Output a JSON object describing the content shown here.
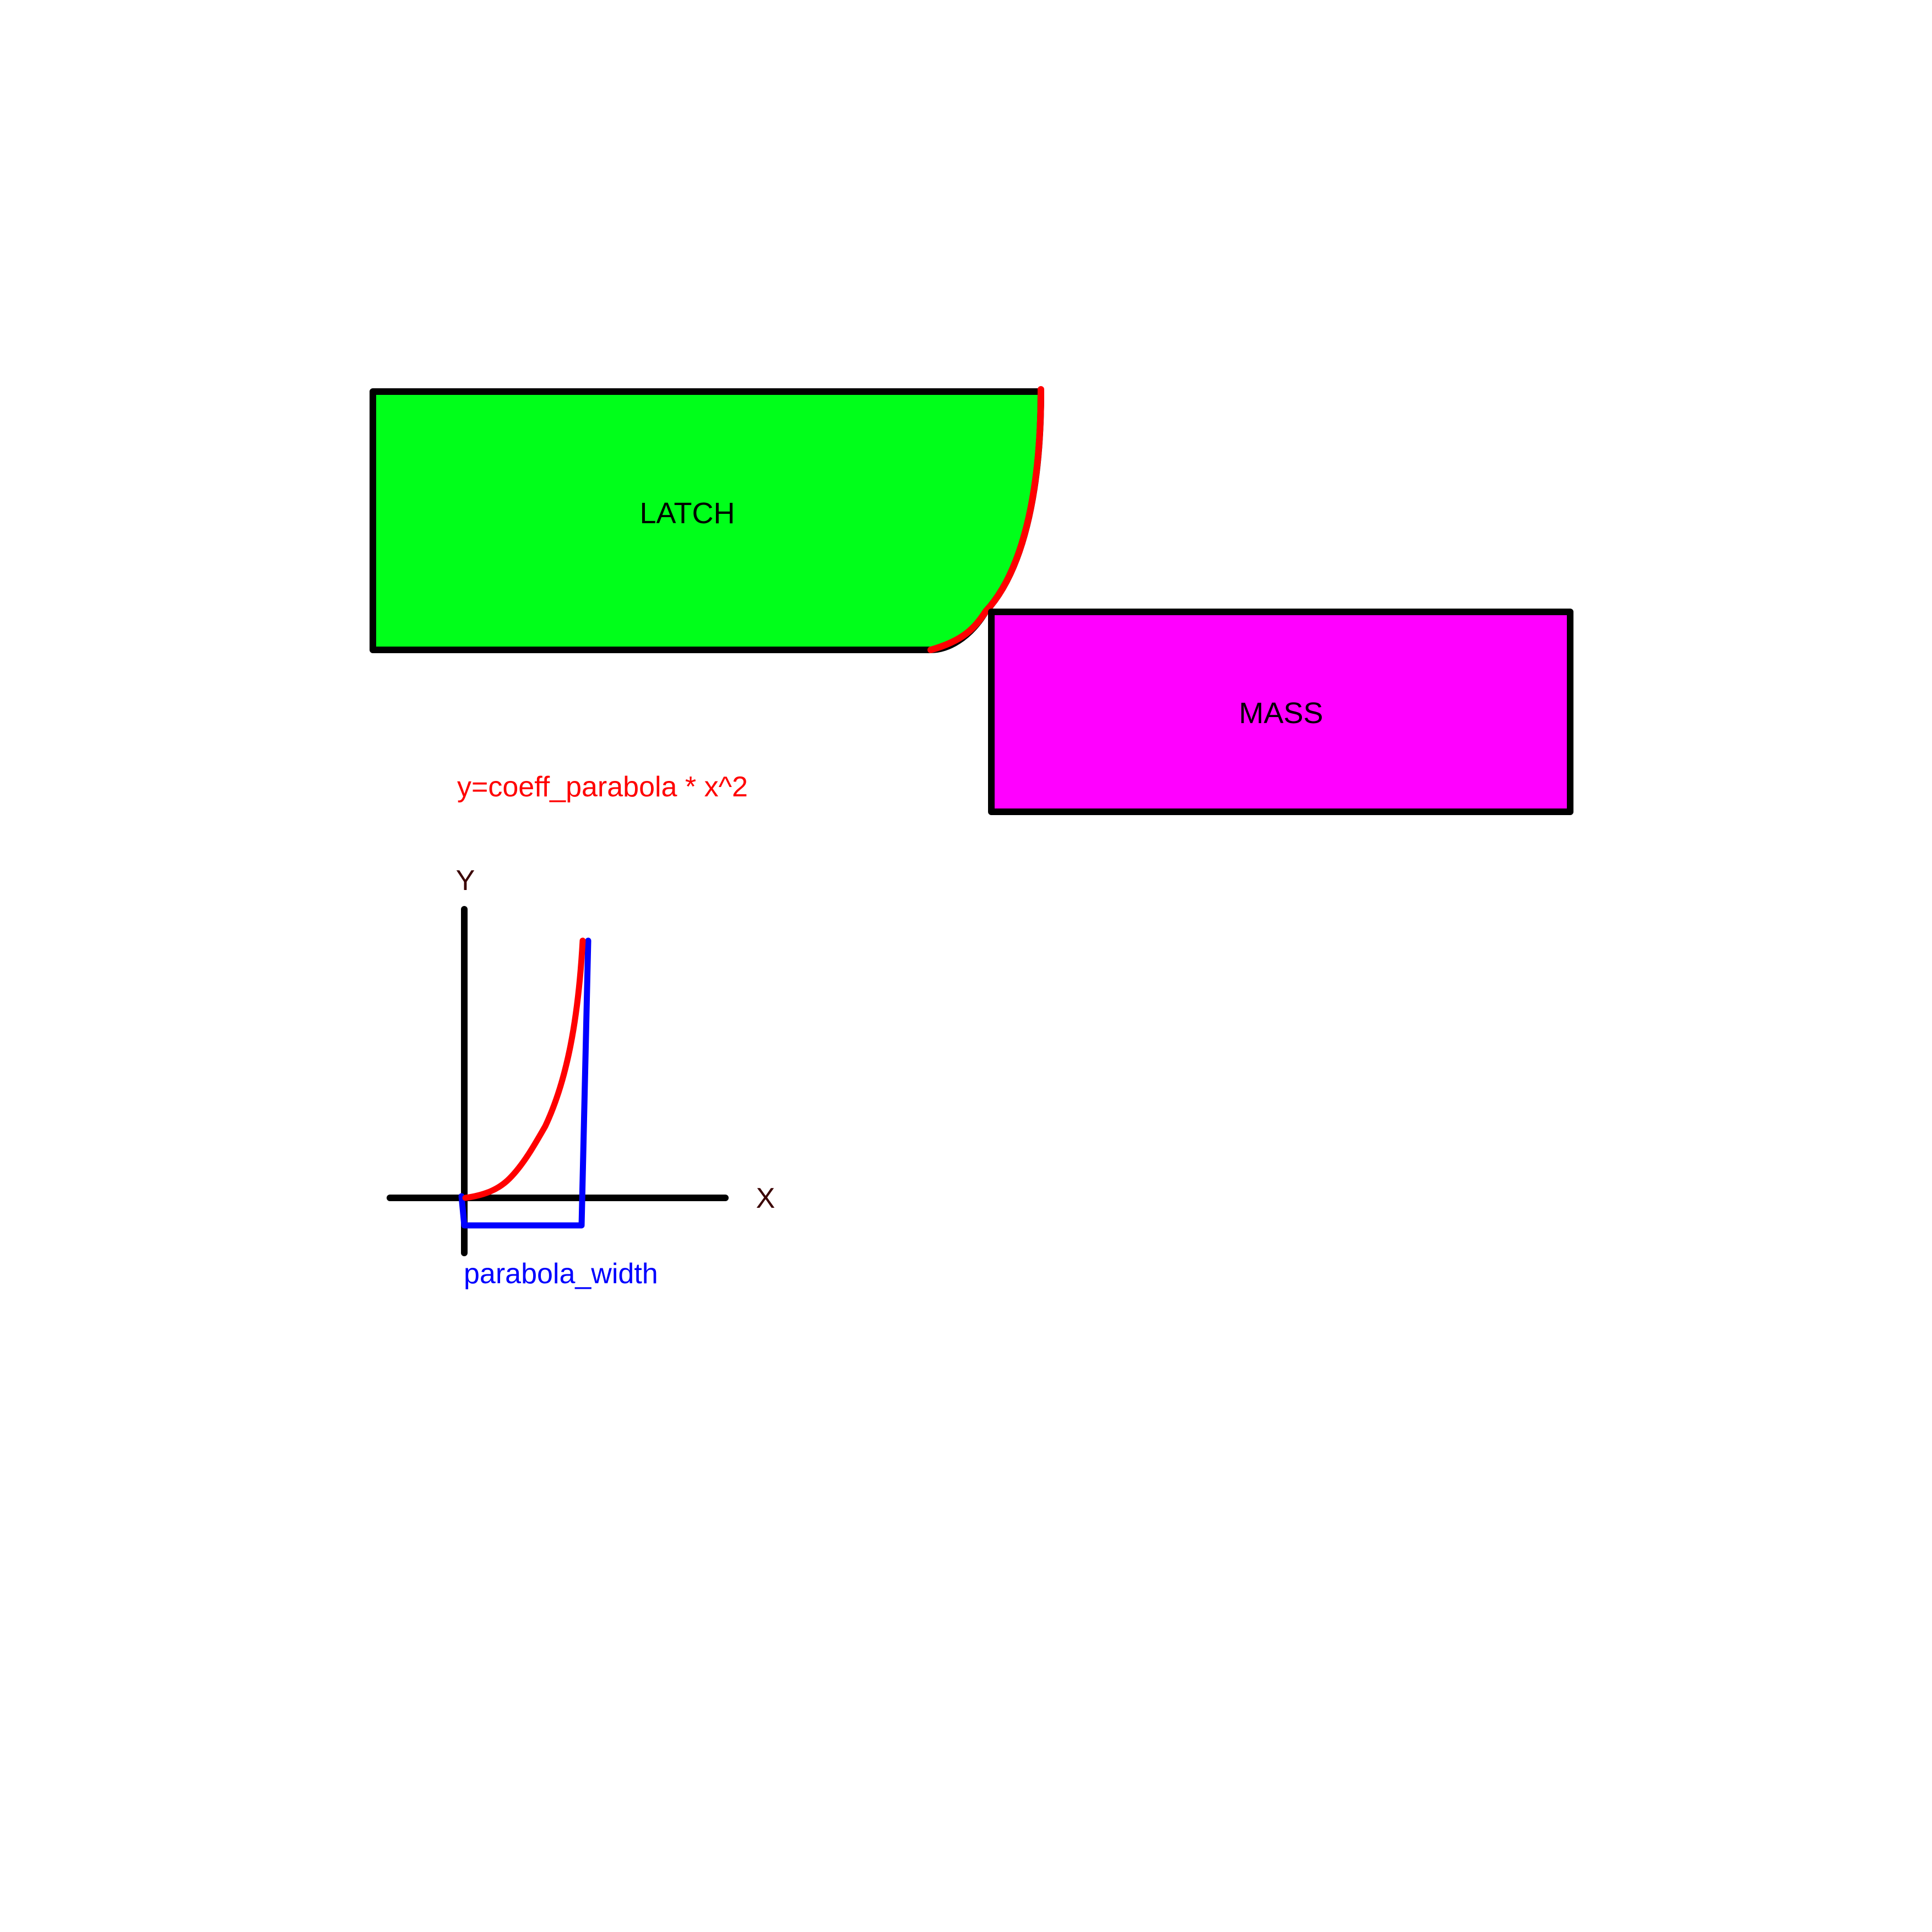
{
  "latch": {
    "label": "LATCH",
    "fill_color": "#00ff1a"
  },
  "mass": {
    "label": "MASS",
    "fill_color": "#ff00ff"
  },
  "equation": {
    "text": "y=coeff_parabola * x^2",
    "color": "#ff0000"
  },
  "graph": {
    "y_axis_label": "Y",
    "x_axis_label": "X",
    "axis_label_color": "#3a0000",
    "width_label": "parabola_width",
    "width_color": "#0000ff",
    "curve_color": "#ff0000"
  },
  "outline_color": "#000000"
}
